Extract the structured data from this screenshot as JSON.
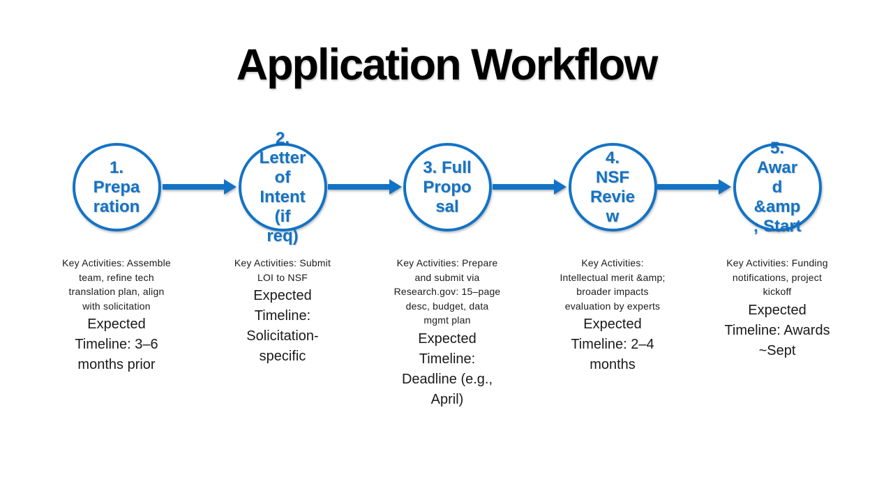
{
  "slide": {
    "title": "Application Workflow"
  },
  "colors": {
    "accent_blue": "#1273C6",
    "text": "#1a1a1a",
    "background": "#ffffff"
  },
  "icons": {
    "connector": "right-arrow-icon"
  },
  "stages": [
    {
      "label": "1.\nPrepa\nration",
      "activities": "Key Activities: Assemble\nteam, refine tech\ntranslation plan, align\nwith solicitation",
      "timeline": "Expected\nTimeline: 3–6\nmonths prior"
    },
    {
      "label": "2.\nLetter\nof\nIntent\n(if\nreq)",
      "activities": "Key Activities: Submit\nLOI to NSF",
      "timeline": "Expected\nTimeline:\nSolicitation-\nspecific"
    },
    {
      "label": "3. Full\nPropo\nsal",
      "activities": "Key Activities: Prepare\nand submit via\nResearch.gov: 15–page\ndesc, budget, data\nmgmt plan",
      "timeline": "Expected\nTimeline:\nDeadline (e.g.,\nApril)"
    },
    {
      "label": "4.\nNSF\nRevie\nw",
      "activities": "Key Activities:\nIntellectual merit &amp;\nbroader impacts\nevaluation by experts",
      "timeline": "Expected\nTimeline: 2–4\nmonths"
    },
    {
      "label": "5.\nAwar\nd\n&amp\n; Start",
      "activities": "Key Activities: Funding\nnotifications, project\nkickoff",
      "timeline": "Expected\nTimeline: Awards\n~Sept"
    }
  ]
}
